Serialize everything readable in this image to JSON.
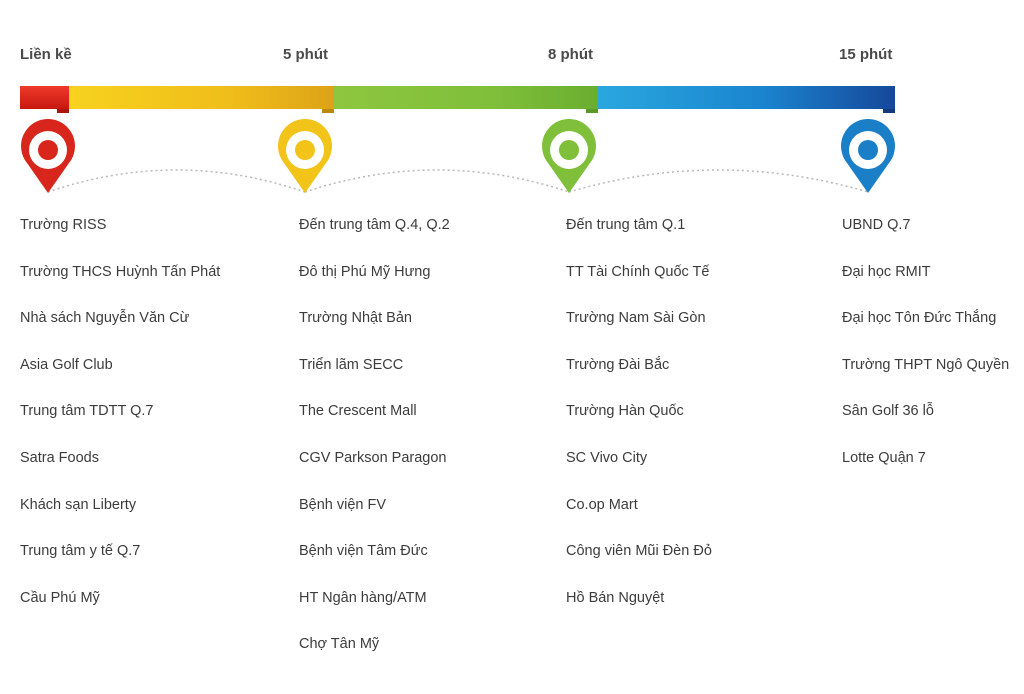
{
  "timeline": {
    "labels": [
      "Liền kề",
      "5 phút",
      "8 phút",
      "15 phút"
    ],
    "colors": {
      "red": "#e2231a",
      "yellow": "#f2c318",
      "green": "#8cc63f",
      "blue": "#1e73be"
    }
  },
  "stops": [
    {
      "pin_icon": "map-pin-red-icon",
      "places": [
        "Trường RISS",
        "Trường THCS Huỳnh Tấn Phát",
        "Nhà sách Nguyễn Văn Cừ",
        "Asia Golf Club",
        "Trung tâm TDTT Q.7",
        "Satra Foods",
        "Khách sạn Liberty",
        "Trung tâm y tế Q.7",
        "Cầu Phú Mỹ"
      ]
    },
    {
      "pin_icon": "map-pin-yellow-icon",
      "places": [
        "Đến trung tâm Q.4, Q.2",
        "Đô thị Phú Mỹ Hưng",
        "Trường Nhật Bản",
        "Triển lãm SECC",
        "The Crescent Mall",
        "CGV Parkson Paragon",
        "Bệnh viện FV",
        "Bệnh viện Tâm Đức",
        "HT Ngân hàng/ATM",
        "Chợ Tân Mỹ"
      ]
    },
    {
      "pin_icon": "map-pin-green-icon",
      "places": [
        "Đến trung tâm Q.1",
        "TT Tài Chính Quốc Tế",
        "Trường Nam Sài Gòn",
        "Trường Đài Bắc",
        "Trường Hàn Quốc",
        "SC Vivo City",
        "Co.op Mart",
        "Công viên Mũi Đèn Đỏ",
        "Hồ Bán Nguyệt"
      ]
    },
    {
      "pin_icon": "map-pin-blue-icon",
      "places": [
        "UBND Q.7",
        "Đại học RMIT",
        "Đại học Tôn Đức Thắng",
        "Trường THPT Ngô Quyền",
        "Sân Golf 36 lỗ",
        "Lotte Quận 7"
      ]
    }
  ]
}
